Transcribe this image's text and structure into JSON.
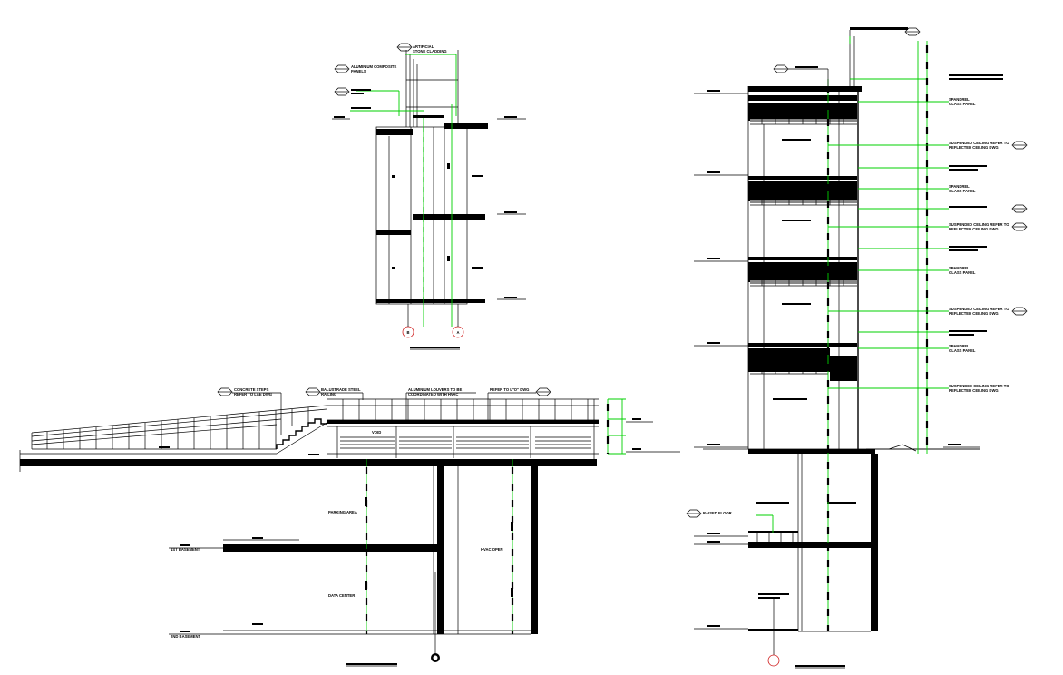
{
  "section_a": {
    "labels": {
      "artificial_stone": "ARTIFICIAL\nSTONE CLADDING",
      "aluminium_panels": "ALUMINIUM COMPOSITE\nPANELS"
    },
    "grid_bubbles": [
      "B",
      "A"
    ]
  },
  "section_b": {
    "labels": {
      "concrete_steps": "CONCRETE STEPS\nREFER TO L&E DWG",
      "balustrade": "BALUSTRADE STEEL\nRAILING",
      "louvers": "ALUMINIUM LOUVERS TO BE\nCOORDINATED WITH HVAC",
      "refer_to": "REFER TO L\"O\" DWG",
      "void": "VOID",
      "parking": "PARKING AREA",
      "data_center": "DATA CENTER",
      "hvac_open": "HVAC OPEN",
      "basement_1": "1ST BASEMENT",
      "basement_2": "2ND BASEMENT"
    }
  },
  "section_c": {
    "labels": {
      "spandrel_1": "SPANDREL\nGLASS PANEL",
      "suspended_1": "SUSPENDED CEILING REFER TO\nREFLECTED CEILING DWG",
      "spandrel_2": "SPANDREL\nGLASS PANEL",
      "suspended_2": "SUSPENDED CEILING REFER TO\nREFLECTED CEILING DWG",
      "spandrel_3": "SPANDREL\nGLASS PANEL",
      "suspended_3": "SUSPENDED CEILING REFER TO\nREFLECTED CEILING DWG",
      "spandrel_4": "SPANDREL\nGLASS PANEL",
      "suspended_4": "SUSPENDED CEILING REFER TO\nREFLECTED CEILING DWG",
      "raised_floor": "RAISED FLOOR"
    }
  },
  "colors": {
    "line": "#000000",
    "grid_line": "#00d000",
    "grid_bubble": "#d02020"
  }
}
